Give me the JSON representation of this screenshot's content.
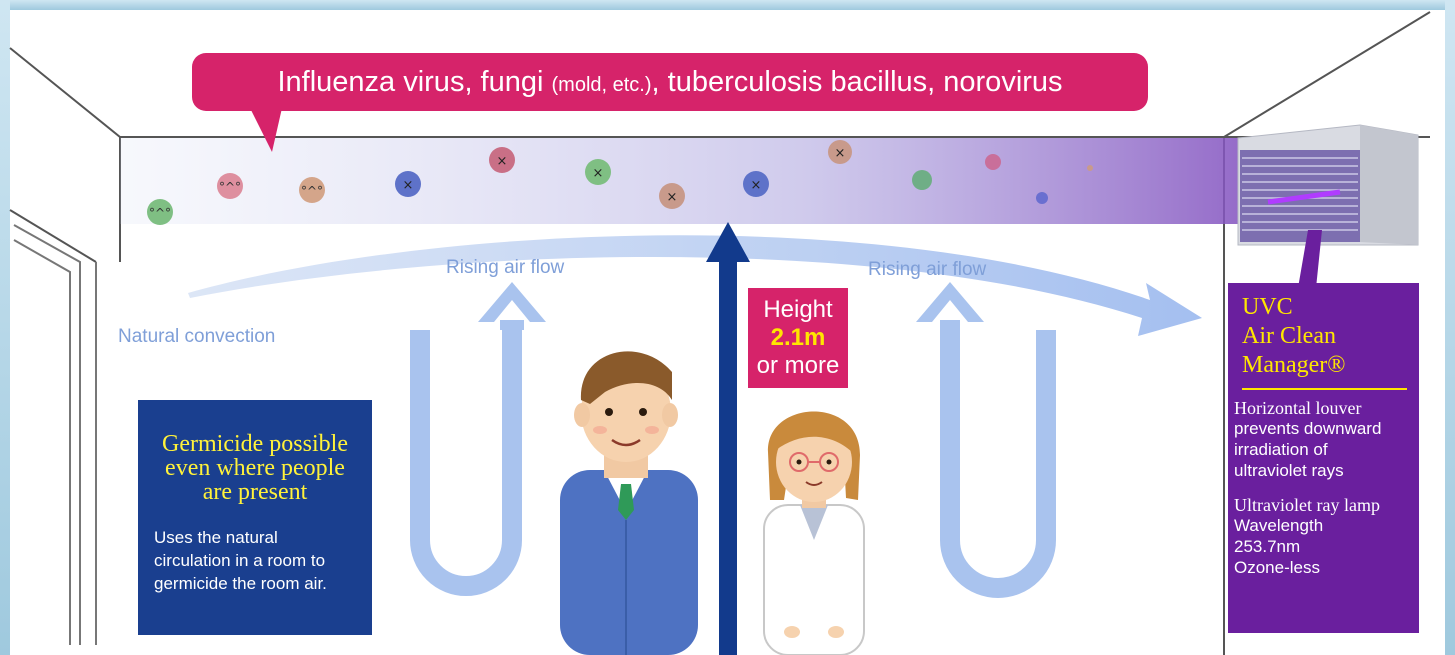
{
  "callout": {
    "main": "Influenza virus, fungi",
    "paren": "(mold, etc.)",
    "rest": ", tuberculosis bacillus, norovirus"
  },
  "flows": {
    "rising_left": "Rising air flow",
    "rising_right": "Rising air flow",
    "natural": "Natural convection"
  },
  "height": {
    "label": "Height",
    "value": "2.1m",
    "suffix": "or more"
  },
  "germicide": {
    "title_lines": [
      "Germicide possible",
      "even where people",
      "are present"
    ],
    "desc_lines": [
      "Uses the natural",
      "circulation in a room to",
      "germicide the room air."
    ]
  },
  "uvc": {
    "name_lines": [
      "UVC",
      "Air Clean",
      "Manager®"
    ],
    "louver_lines": [
      "Horizontal louver",
      "prevents downward",
      "irradiation of",
      "ultraviolet rays"
    ],
    "lamp_title": "Ultraviolet ray  lamp",
    "lamp_lines": [
      "Wavelength",
      "253.7nm",
      "Ozone-less"
    ]
  },
  "colors": {
    "magenta": "#d6236a",
    "navy": "#1a3f8f",
    "purple": "#6a1f9e",
    "yellow": "#ffe600",
    "flow_blue": "#a9c3ee",
    "arrow_navy": "#123a8c"
  }
}
